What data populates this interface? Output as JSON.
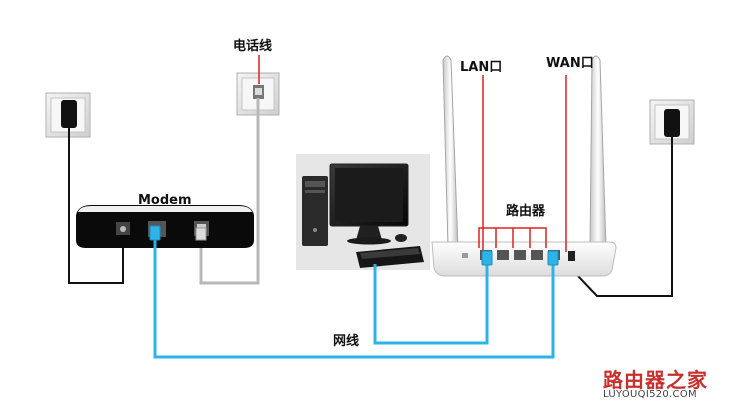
{
  "labels": {
    "phone_line": "电话线",
    "modem": "Modem",
    "lan_port": "LAN口",
    "wan_port": "WAN口",
    "router": "路由器",
    "network_cable": "网线"
  },
  "watermark": {
    "cn": "路由器之家",
    "en": "LUYOUQI520.COM"
  },
  "colors": {
    "network_cable": "#2eb3e8",
    "power_cable": "#111111",
    "phone_cable": "#b8b8b8",
    "port_highlight": "#e02020",
    "watermark": "#c9302c"
  }
}
